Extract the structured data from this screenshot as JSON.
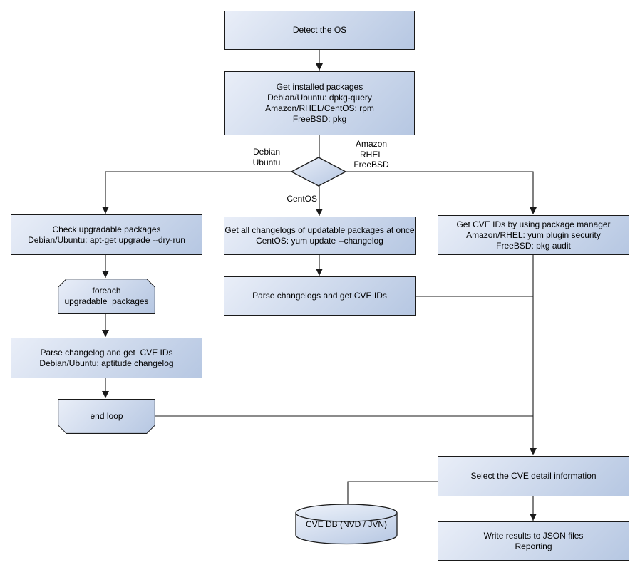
{
  "diagram": {
    "nodes": {
      "detect_os": {
        "label": "Detect the OS"
      },
      "get_installed_packages": {
        "label": "Get installed packages\nDebian/Ubuntu: dpkg-query\nAmazon/RHEL/CentOS: rpm\nFreeBSD: pkg"
      },
      "check_upgradable_packages": {
        "label": "Check upgradable packages\nDebian/Ubuntu: apt-get upgrade --dry-run"
      },
      "foreach_loop": {
        "label": "foreach\nupgradable  packages"
      },
      "parse_changelog_deb": {
        "label": "Parse changelog and get  CVE IDs\nDebian/Ubuntu: aptitude changelog"
      },
      "end_loop": {
        "label": "end loop"
      },
      "get_all_changelogs": {
        "label": "Get all changelogs of updatable packages at once\nCentOS: yum update --changelog"
      },
      "parse_changelogs_centos": {
        "label": "Parse changelogs and get CVE IDs"
      },
      "get_cve_ids_pkg_manager": {
        "label": "Get CVE IDs by using package manager\nAmazon/RHEL: yum plugin security\nFreeBSD: pkg audit"
      },
      "select_cve_detail": {
        "label": "Select the CVE detail information"
      },
      "cve_db": {
        "label": "CVE DB (NVD / JVN)"
      },
      "write_results": {
        "label": "Write results to JSON files\nReporting"
      }
    },
    "edge_labels": {
      "debian_ubuntu": "Debian\nUbuntu",
      "amazon_rhel_freebsd": "Amazon\nRHEL\nFreeBSD",
      "centos": "CentOS"
    },
    "colors": {
      "node_fill_light": "#e9eef8",
      "node_fill_dark": "#b6c7e2",
      "node_border": "#1a1a1a",
      "connector": "#1a1a1a",
      "canvas_background": "#ffffff",
      "text": "#000000"
    }
  }
}
